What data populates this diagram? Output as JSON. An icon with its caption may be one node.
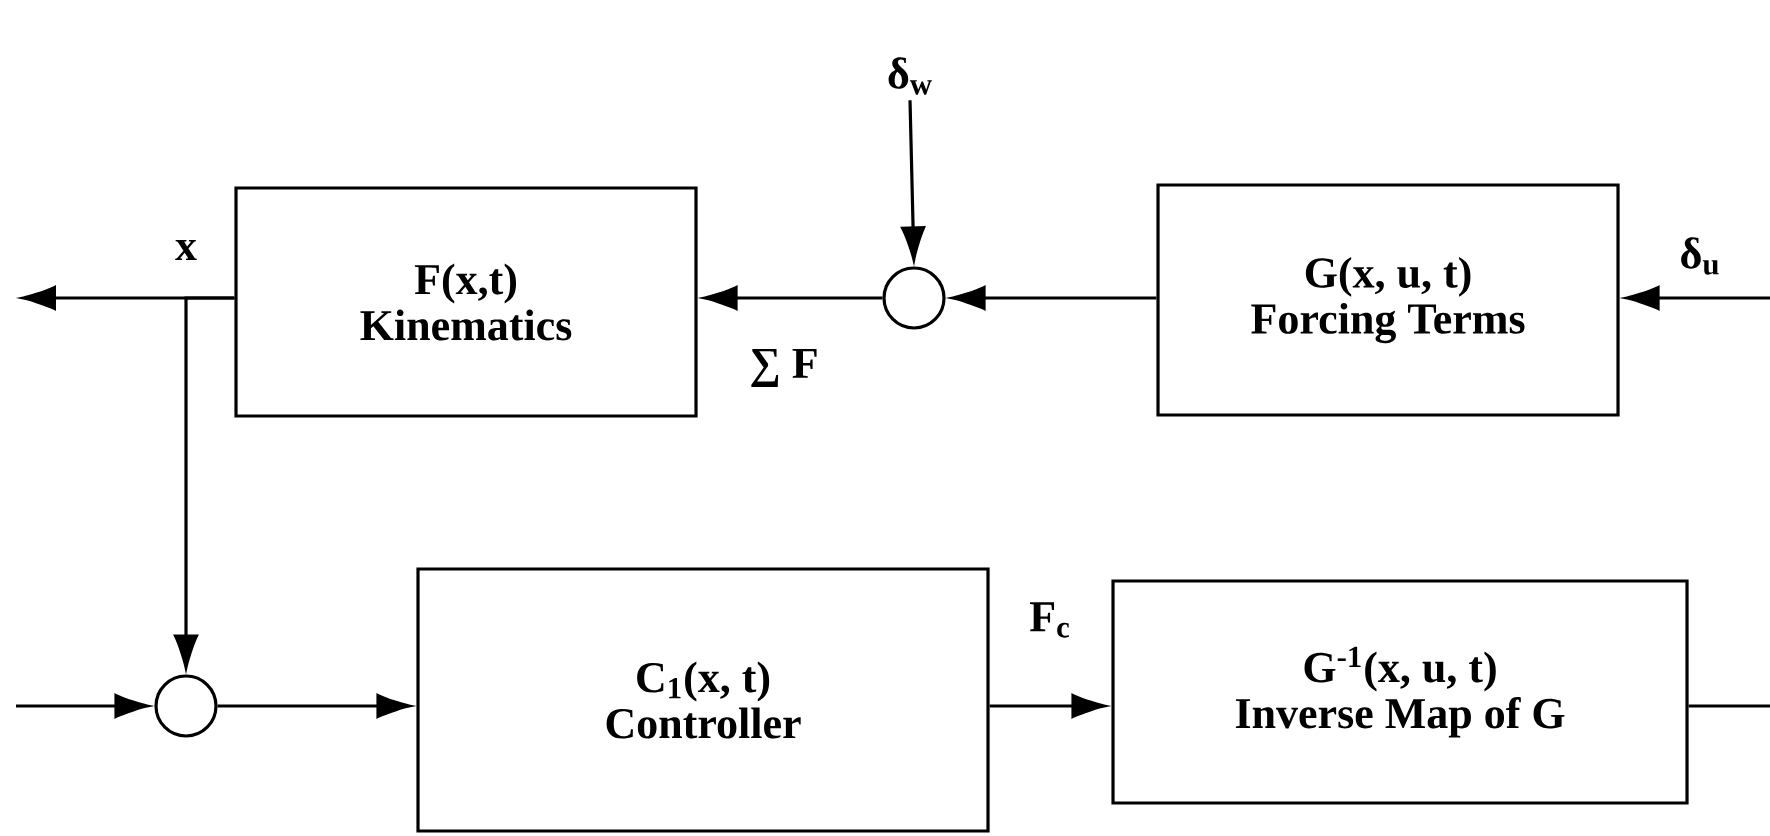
{
  "diagram": {
    "nodes": [
      {
        "text": [
          "F(x,t)",
          "Kinematics"
        ]
      },
      {
        "text": [],
        "shape": "circle"
      },
      {
        "text": [
          "G(x, u, t)",
          "Forcing Terms"
        ]
      },
      {
        "text": [],
        "shape": "circle"
      },
      {
        "text": [
          "C$_{1}$(x, t)",
          "Controller"
        ]
      },
      {
        "text": [
          "G$^{-1}$(x, u, t)",
          "Inverse Map of G"
        ]
      },
      {
        "text": [
          "δ$_{w}$"
        ]
      }
    ],
    "edges": [
      {
        "from": null,
        "to": 2,
        "arrow": "to",
        "label": "δ$_{u}$"
      },
      {
        "from": 2,
        "to": 1,
        "arrow": "to"
      },
      {
        "from": 1,
        "to": 0,
        "arrow": "to",
        "label": "∑ F"
      },
      {
        "from": 6,
        "to": 1,
        "arrow": "to"
      },
      {
        "from": 0,
        "to": null,
        "arrow": "to"
      },
      {
        "from": 0,
        "to": 3,
        "arrow": "to"
      },
      {
        "from": null,
        "to": 3,
        "arrow": "to"
      },
      {
        "from": 3,
        "to": 4,
        "arrow": "to"
      },
      {
        "from": 4,
        "to": 5,
        "arrow": "to",
        "label": "F$_{c}$"
      },
      {
        "from": 5,
        "to": null,
        "arrow": "none"
      }
    ],
    "labels": [
      "x"
    ]
  }
}
